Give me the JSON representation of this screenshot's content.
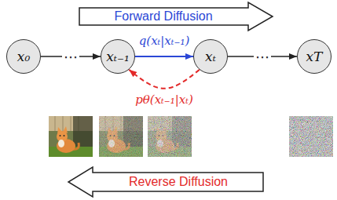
{
  "diagram": {
    "nodes": [
      {
        "text": [
          "Forward Diffusion"
        ]
      },
      {
        "text": [
          "x₀"
        ]
      },
      {
        "text": [
          "xₜ₋₁"
        ]
      },
      {
        "text": [
          "xₜ"
        ]
      },
      {
        "text": [
          "xT"
        ]
      },
      {
        "text": [
          "Reverse Diffusion"
        ]
      }
    ],
    "edges": [
      {
        "from": 1,
        "to": 2,
        "arrow": "to",
        "label": "⋯"
      },
      {
        "from": 2,
        "to": 3,
        "arrow": "to",
        "label": "q(xₜ|xₜ₋₁)"
      },
      {
        "from": 3,
        "to": 2,
        "arrow": "to",
        "label": "pθ(xₜ₋₁|xₜ)"
      },
      {
        "from": 3,
        "to": 4,
        "arrow": "to",
        "label": "⋯"
      }
    ]
  }
}
